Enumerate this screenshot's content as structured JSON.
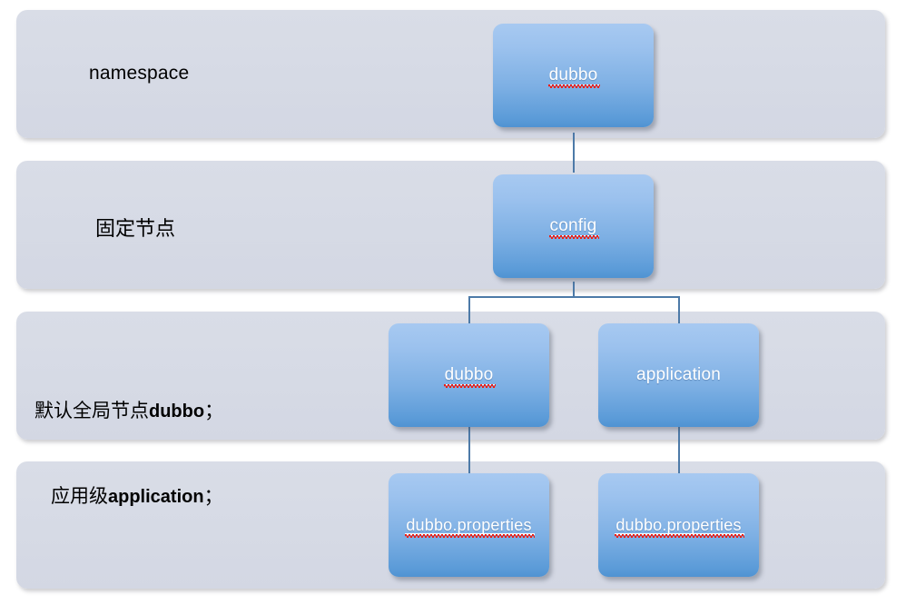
{
  "diagram": {
    "title": "dubbo namespace / config node hierarchy",
    "colors": {
      "band_fill": "#d6dae5",
      "node_gradient_top": "#a7c9f1",
      "node_gradient_bottom": "#4f93d2",
      "node_label": "#ffffff",
      "connector": "#4d7aa8",
      "spellcheck_underline": "#f01c10",
      "band_label": "#000000",
      "page_background": "#ffffff"
    },
    "bands": [
      {
        "id": "band-namespace",
        "label": "namespace",
        "label_kind": "latin",
        "lines": [
          "namespace"
        ]
      },
      {
        "id": "band-fixed-node",
        "label": "固定节点",
        "label_kind": "cjk",
        "lines": [
          "固定节点"
        ]
      },
      {
        "id": "band-default-global",
        "label": "默认全局节点dubbo；应用级application；",
        "label_kind": "mixed",
        "lines": [
          {
            "cjk_prefix": "默认全局节点",
            "latin": "dubbo",
            "cjk_suffix": "；",
            "misspelled": true
          },
          {
            "cjk_prefix": "应用级",
            "latin": "application",
            "cjk_suffix": "；",
            "misspelled": false
          }
        ]
      },
      {
        "id": "band-properties",
        "label": "",
        "label_kind": "none",
        "lines": []
      }
    ],
    "nodes": [
      {
        "id": "node-dubbo-root",
        "label": "dubbo",
        "misspelled": true,
        "row": 1,
        "column": "center"
      },
      {
        "id": "node-config",
        "label": "config",
        "misspelled": true,
        "row": 2,
        "column": "center"
      },
      {
        "id": "node-dubbo-global",
        "label": "dubbo",
        "misspelled": true,
        "row": 3,
        "column": "left"
      },
      {
        "id": "node-application",
        "label": "application",
        "misspelled": false,
        "row": 3,
        "column": "right"
      },
      {
        "id": "node-props-global",
        "label": "dubbo.properties",
        "misspelled": true,
        "row": 4,
        "column": "left"
      },
      {
        "id": "node-props-application",
        "label": "dubbo.properties",
        "misspelled": true,
        "row": 4,
        "column": "right"
      }
    ],
    "connectors": [
      {
        "id": "connector-dubbo-root-to-config",
        "from": "node-dubbo-root",
        "to": "node-config",
        "shape": "vertical"
      },
      {
        "id": "connector-config-to-children",
        "from": "node-config",
        "to": "node-dubbo-global|node-application",
        "shape": "bracket"
      },
      {
        "id": "connector-dubbo-global-to-props",
        "from": "node-dubbo-global",
        "to": "node-props-global",
        "shape": "vertical"
      },
      {
        "id": "connector-application-to-props",
        "from": "node-application",
        "to": "node-props-application",
        "shape": "vertical"
      }
    ]
  }
}
